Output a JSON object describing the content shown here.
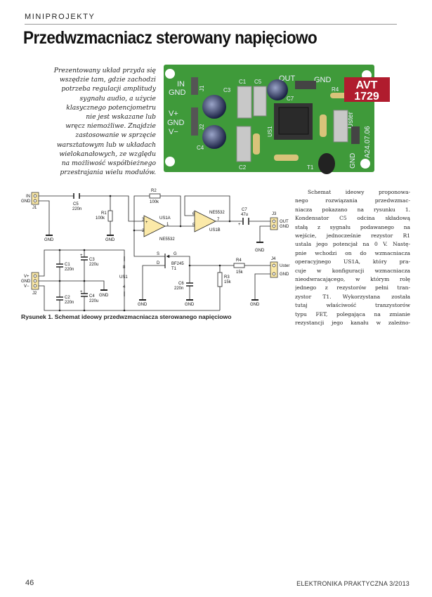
{
  "header": {
    "section": "MINIPROJEKTY",
    "title": "Przedwzmacniacz sterowany napięciowo"
  },
  "intro_lines": [
    "Prezentowany układ przyda się",
    "wszędzie tam, gdzie zachodzi",
    "potrzeba regulacji amplitudy",
    "sygnału audio, a użycie",
    "klasycznego potencjometru",
    "nie jest wskazane lub",
    "wręcz niemożliwe. Znajdzie",
    "zastosowanie w sprzęcie",
    "warsztatowym lub w układach",
    "wielokanałowych, ze względu",
    "na możliwość współbieżnego",
    "przestrajania wielu modułów."
  ],
  "photo": {
    "badge_line1": "AVT",
    "badge_line2": "1729",
    "pcb_labels": {
      "in": "IN",
      "gnd1": "GND",
      "j1": "J1",
      "c3": "C3",
      "c1": "C1",
      "c5": "C5",
      "out": "OUT",
      "gnd_out": "GND",
      "c7": "C7",
      "r4": "R4",
      "vplus": "V+",
      "gnd2": "GND",
      "vminus": "V−",
      "j2": "J2",
      "c4": "C4",
      "c2": "C2",
      "us1": "US1",
      "t1": "T1",
      "uster": "Uster",
      "gnd3": "GND",
      "date": "A24.07.06"
    },
    "colors": {
      "pcb": "#3f9a3a",
      "badge": "#b01c2e"
    }
  },
  "body_lines": [
    "Schemat ideowy proponowa-",
    "nego rozwiązania przedwzmac-",
    "niacza pokazano na rysunku 1.",
    "Kondensator C5 odcina składową",
    "stałą z sygnału podawanego na",
    "wejście, jednocześnie rezystor R1",
    "ustala jego potencjał na 0 V. Nastę-",
    "pnie wchodzi on do wzmacniacza",
    "operacyjnego US1A, który pra-",
    "cuje w konfiguracji wzmacniacza",
    "nieodwracającego, w którym rolę",
    "jednego z rezystorów pełni tran-",
    "zystor T1. Wykorzystana została",
    "tutaj właściwość tranzystorów",
    "typu FET, polegająca na zmianie",
    "rezystancji jego kanału w zależno-"
  ],
  "schematic": {
    "in": "IN",
    "gnd_j1": "GND",
    "j1": "J1",
    "c5": "C5",
    "c5_val": "220n",
    "r1": "R1",
    "r1_val": "100k",
    "r2": "R2",
    "r2_val": "100k",
    "us1a": "US1A",
    "us1b": "US1B",
    "ne1": "NE5532",
    "ne2": "NE5532",
    "p3": "3",
    "p2": "2",
    "p1": "1",
    "p6": "6",
    "p5": "5",
    "p7": "7",
    "c7": "C7",
    "c7_val": "47u",
    "plus": "+",
    "j3": "J3",
    "out": "OUT",
    "gnd_j3": "GND",
    "gnd": "GND",
    "vplus": "V+",
    "gnd_j2": "GND",
    "vminus": "V−",
    "j2": "J2",
    "c1": "C1",
    "c1_val": "220n",
    "c2": "C2",
    "c2_val": "220n",
    "c3": "C3",
    "c3_val": "220u",
    "c4": "C4",
    "c4_val": "220u",
    "p8": "8",
    "us1": "US1",
    "p4": "4",
    "s": "S",
    "g": "G",
    "d": "D",
    "bf245": "BF245",
    "t1": "T1",
    "c6": "C6",
    "c6_val": "220n",
    "r3": "R3",
    "r3_val": "15k",
    "r4": "R4",
    "r4_val": "15k",
    "j4": "J4",
    "uster": "Uster",
    "gnd_j4": "GND",
    "colors": {
      "opamp_fill": "#fbe9a8",
      "connector_fill": "#fbe9a8"
    }
  },
  "caption": "Rysunek 1. Schemat ideowy przedwzmacniacza sterowanego napięciowo",
  "footer": {
    "page": "46",
    "journal": "ELEKTRONIKA PRAKTYCZNA 3/2013"
  }
}
